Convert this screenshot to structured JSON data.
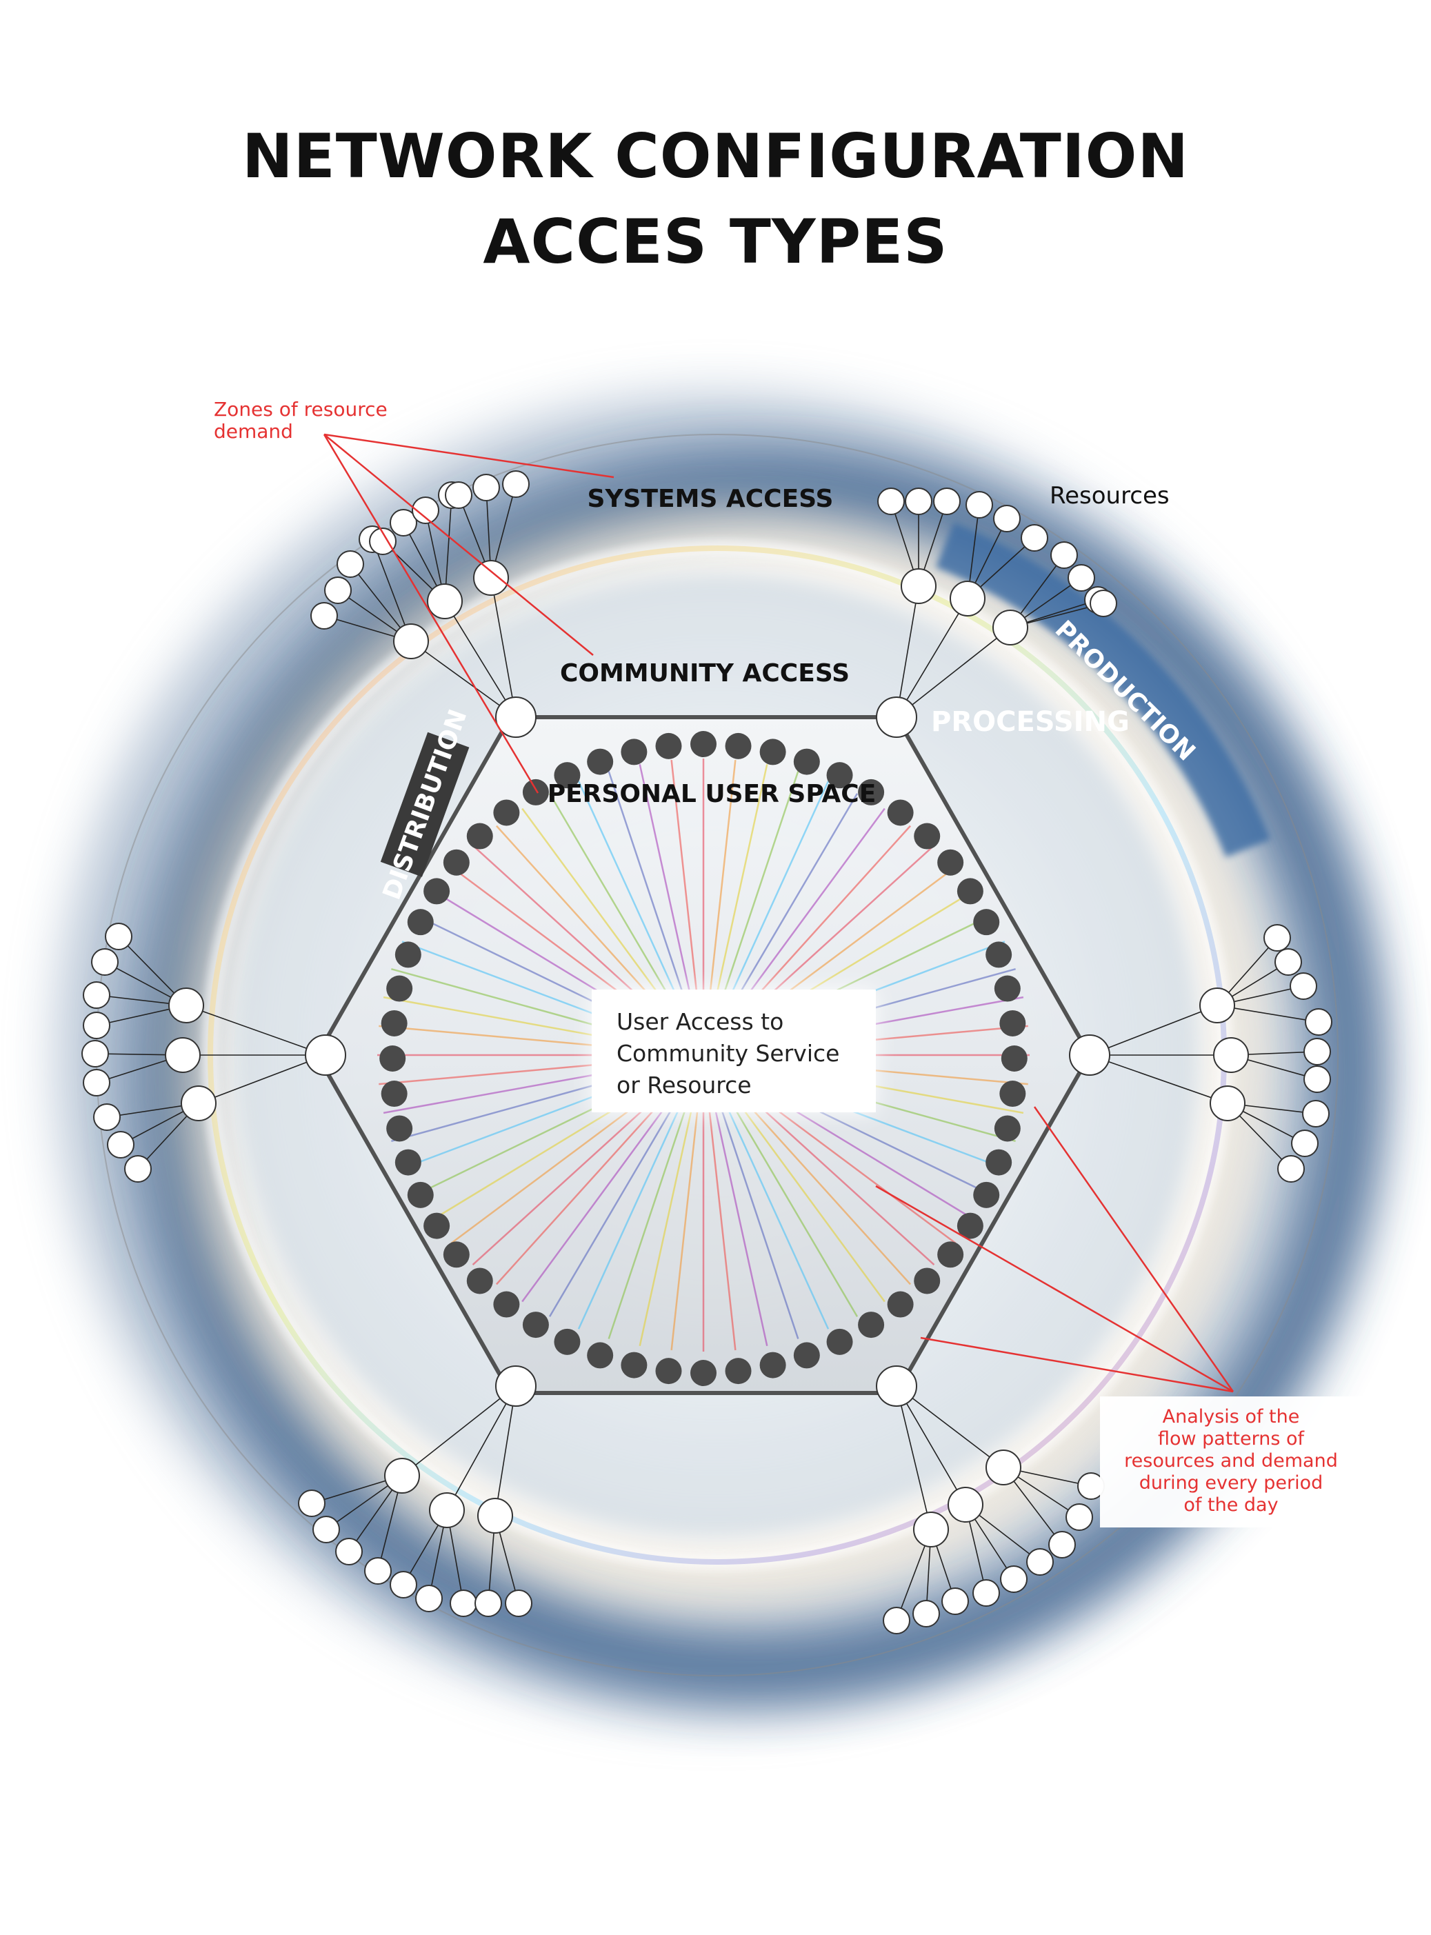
{
  "title": [
    "NETWORK CONFIGURATION",
    "ACCES TYPES"
  ],
  "rings": {
    "systems_access": "SYSTEMS ACCESS",
    "community_access": "COMMUNITY ACCESS",
    "personal_user_space": "PERSONAL USER SPACE"
  },
  "side_labels": {
    "processing": "PROCESSING",
    "production": "PRODUCTION",
    "distribution": "DISTRIBUTION",
    "resources": "Resources"
  },
  "center_box": [
    "User Access to",
    "Community Service",
    "or Resource"
  ],
  "annotations": {
    "zones": [
      "Zones of resource",
      "demand"
    ],
    "analysis": [
      "Analysis of the",
      "flow patterns of",
      "resources and demand",
      "during every period",
      "of the day"
    ]
  },
  "colors": {
    "annotation": "#e53232",
    "node_dark": "#4a4a4a",
    "ring_blue": "#3f6ea4",
    "hexagon_border": "#4a4a4a",
    "distribution_tag": "#3a3a3a"
  }
}
